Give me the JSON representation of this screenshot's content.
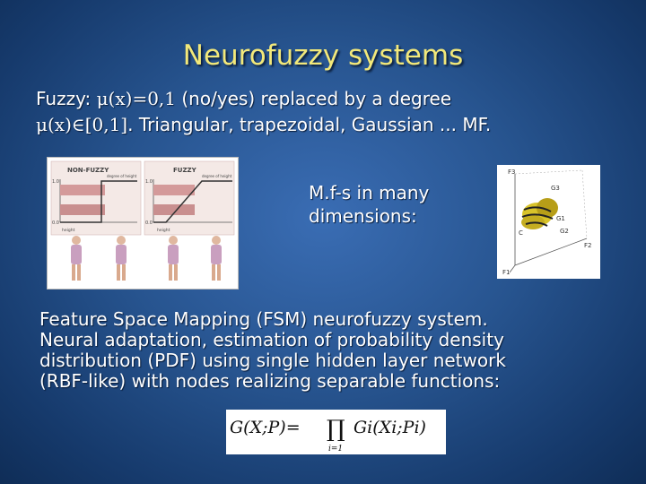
{
  "slide": {
    "title": "Neurofuzzy systems"
  },
  "intro": {
    "label": "Fuzzy: ",
    "mu1": "μ(x)=0,1",
    "text1": " (no/yes) replaced by a degree",
    "mu2": "μ(x)∈[0,1]",
    "text2": ". Triangular, trapezoidal, Gaussian ... MF."
  },
  "left_figure": {
    "panel_nonfuzzy": "NON-FUZZY",
    "panel_fuzzy": "FUZZY",
    "y_top": "1.0",
    "y_bottom": "0.0",
    "nf_axis_top": "degree of height",
    "nf_axis_bottom": "height",
    "f_axis_top": "degree of height",
    "f_axis_bottom": "height"
  },
  "mf_caption": "M.f-s in many dimensions:",
  "right_figure": {
    "label_f3": "F3",
    "label_g3": "G3",
    "label_g1": "G1",
    "label_g2": "G2",
    "label_c": "C",
    "label_f2": "F2",
    "label_f1": "F1"
  },
  "fsm": {
    "line1": "Feature Space Mapping (FSM) neurofuzzy system.",
    "line2": "Neural adaptation, estimation of probability density",
    "line3": "distribution (PDF) using single hidden layer network",
    "line4": "(RBF-like) with nodes realizing separable functions:"
  },
  "formula": {
    "lhs": "G(X;P)=",
    "product": "∏",
    "index": "i=1",
    "rhs": "Gi(Xi;Pi)"
  },
  "colors": {
    "title": "#f2e87a",
    "text": "#ffffff",
    "background": "#27548f"
  }
}
